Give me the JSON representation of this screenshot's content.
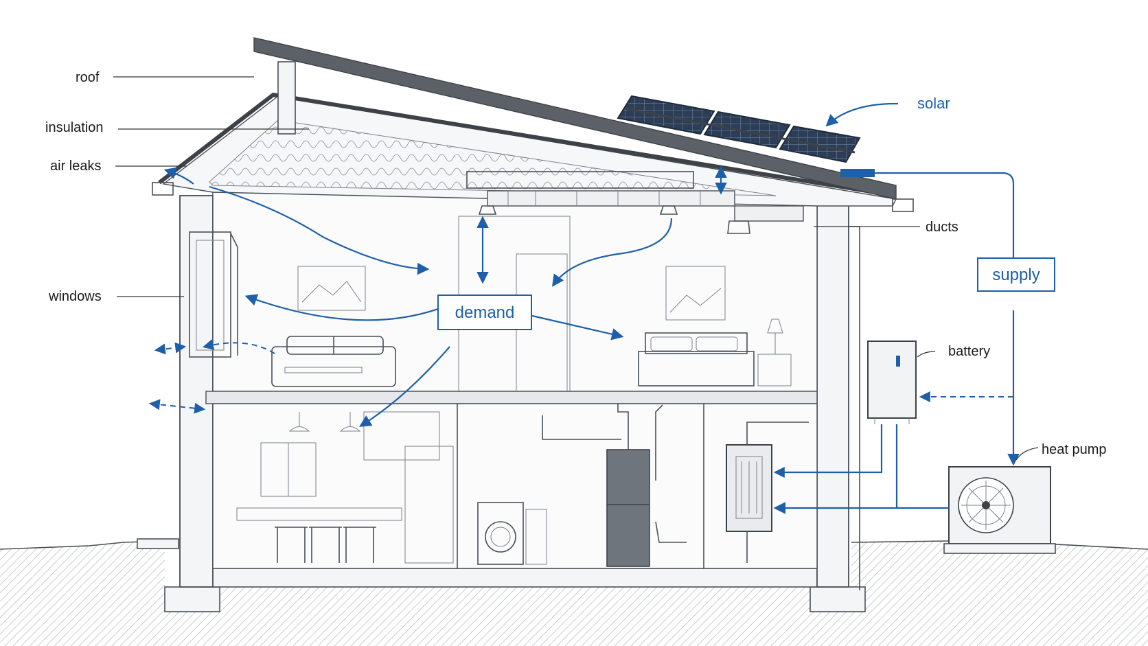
{
  "labels": {
    "roof": "roof",
    "insulation": "insulation",
    "air_leaks": "air leaks",
    "windows": "windows",
    "ducts": "ducts",
    "battery": "battery",
    "heat_pump": "heat pump",
    "solar": "solar"
  },
  "boxes": {
    "demand": "demand",
    "supply": "supply"
  },
  "colors": {
    "flow": "#1d5fa8",
    "ink": "#4a4f57"
  }
}
